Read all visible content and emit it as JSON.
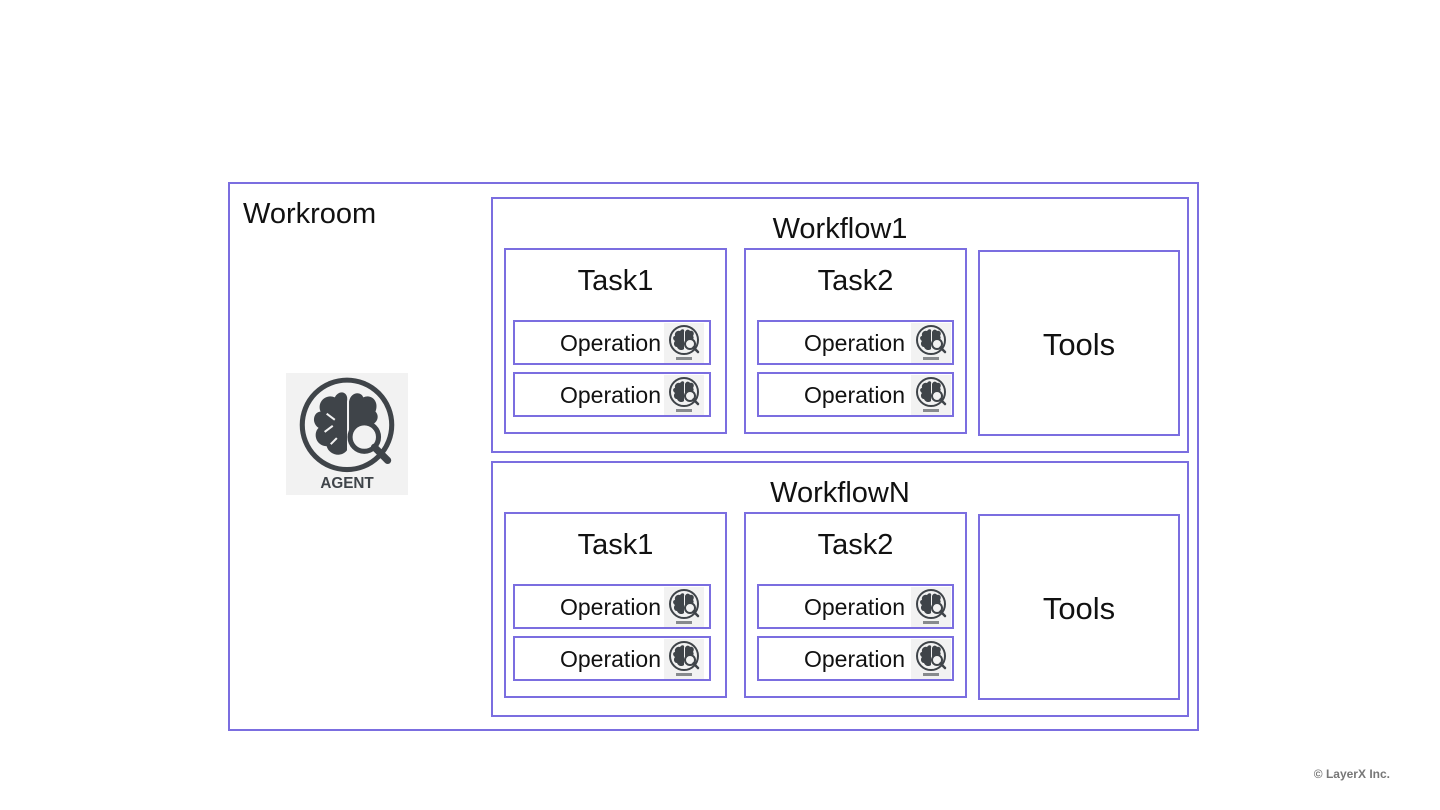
{
  "workroom": {
    "label": "Workroom"
  },
  "agent": {
    "badge": "AGENT"
  },
  "workflows": [
    {
      "title": "Workflow1",
      "tasks": [
        {
          "title": "Task1",
          "operations": [
            "Operation",
            "Operation"
          ]
        },
        {
          "title": "Task2",
          "operations": [
            "Operation",
            "Operation"
          ]
        }
      ],
      "tools": "Tools"
    },
    {
      "title": "WorkflowN",
      "tasks": [
        {
          "title": "Task1",
          "operations": [
            "Operation",
            "Operation"
          ]
        },
        {
          "title": "Task2",
          "operations": [
            "Operation",
            "Operation"
          ]
        }
      ],
      "tools": "Tools"
    }
  ],
  "footer": {
    "copyright": "© LayerX Inc."
  },
  "colors": {
    "border": "#7b6ee0",
    "icon": "#3f4449",
    "icon_bg": "#f2f2f2"
  }
}
